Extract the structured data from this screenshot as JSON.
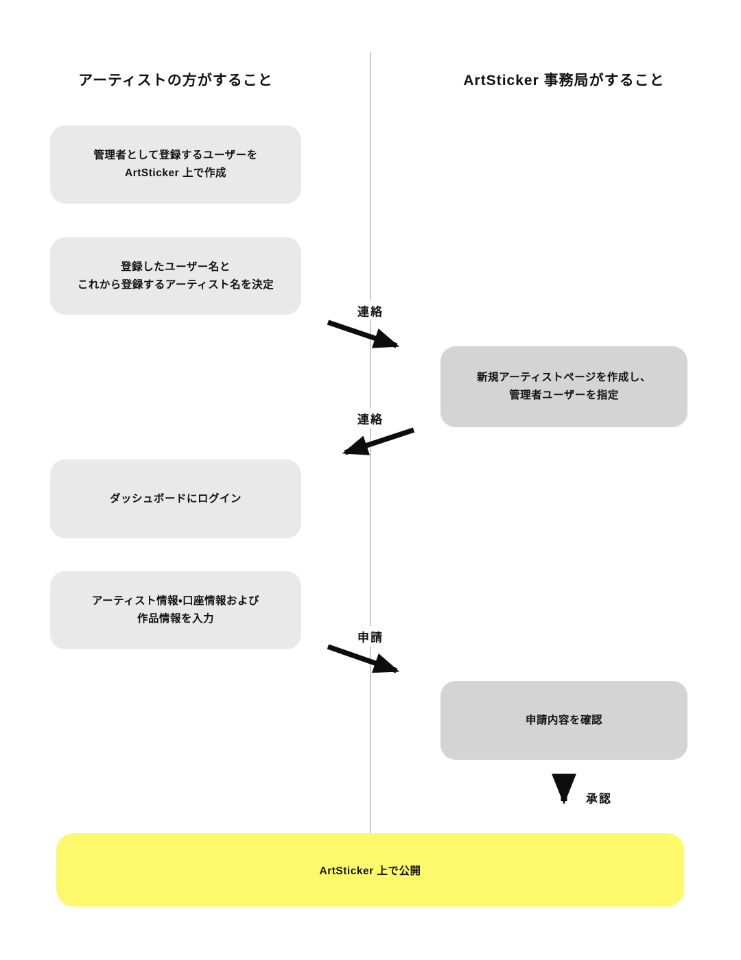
{
  "headings": {
    "artist_column": "アーティストの方がすること",
    "office_column": "ArtSticker 事務局がすること"
  },
  "artist_steps": [
    {
      "line1": "管理者として登録するユーザーを",
      "line2": "ArtSticker 上で作成"
    },
    {
      "line1": "登録したユーザー名と",
      "line2": "これから登録するアーティスト名を決定"
    },
    {
      "line1": "ダッシュボードにログイン"
    },
    {
      "line1": "アーティスト情報・口座情報および",
      "line2": "作品情報を入力"
    }
  ],
  "office_steps": [
    {
      "line1": "新規アーティストページを作成し、",
      "line2": "管理者ユーザーを指定"
    },
    {
      "line1": "申請内容を確認"
    }
  ],
  "arrows": [
    {
      "label": "連絡",
      "direction": "left-to-right"
    },
    {
      "label": "連絡",
      "direction": "right-to-left"
    },
    {
      "label": "申請",
      "direction": "left-to-right"
    },
    {
      "label": "承認",
      "direction": "down"
    }
  ],
  "final_step": {
    "label": "ArtSticker 上で公開"
  },
  "colors": {
    "page_bg": "#ffffff",
    "artist_box_bg": "#e9e9e9",
    "office_box_bg": "#d4d4d4",
    "final_box_bg": "#fcfa6a",
    "divider": "#c7c7c7",
    "arrow": "#0d0d0d",
    "text": "#111111"
  }
}
